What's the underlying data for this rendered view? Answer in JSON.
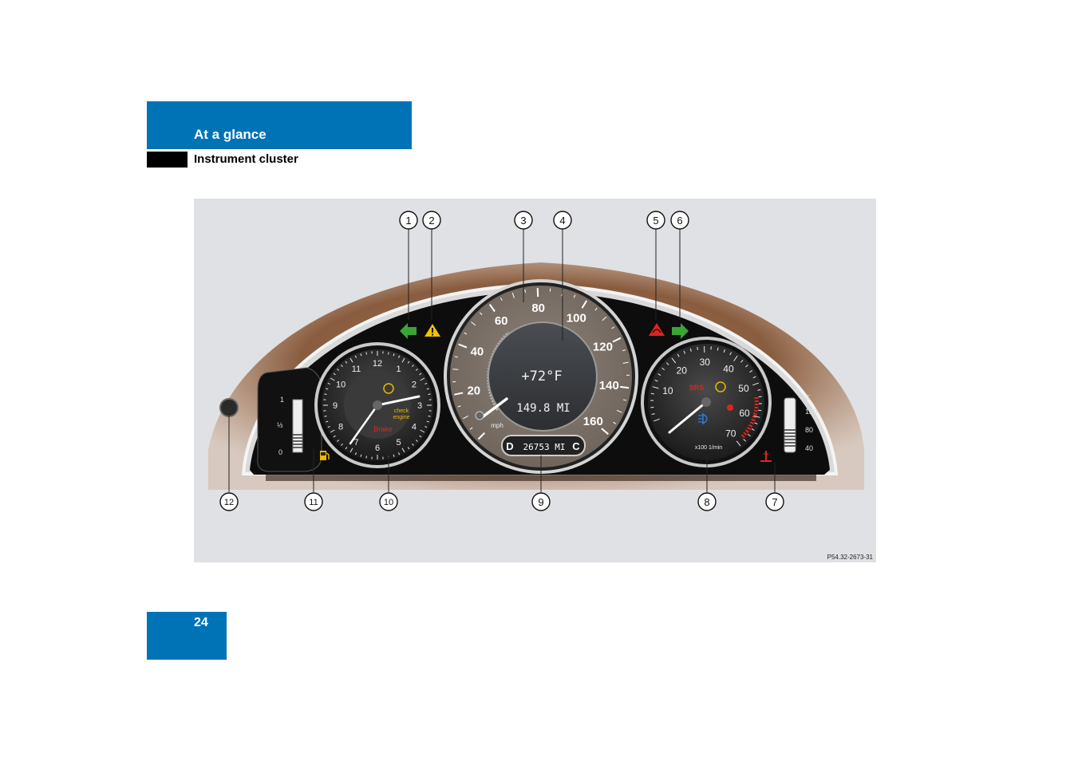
{
  "header": {
    "section": "At a glance",
    "subsection": "Instrument cluster",
    "accent_color": "#0073b7"
  },
  "figure": {
    "ref": "P54.32-2673-31",
    "callouts": [
      "1",
      "2",
      "3",
      "4",
      "5",
      "6",
      "7",
      "8",
      "9",
      "10",
      "11",
      "12"
    ],
    "speedometer": {
      "ticks": [
        "20",
        "40",
        "60",
        "80",
        "100",
        "120",
        "140",
        "160"
      ],
      "unit": "mph",
      "display_temp": "+72°F",
      "display_trip": "149.8 MI",
      "odometer": "26753 MI",
      "odo_left": "D",
      "odo_right": "C"
    },
    "clock": {
      "numbers": [
        "12",
        "1",
        "2",
        "3",
        "4",
        "5",
        "6",
        "7",
        "8",
        "9",
        "10",
        "11"
      ],
      "check_engine_1": "check",
      "check_engine_2": "engine",
      "brake": "Brake"
    },
    "tachometer": {
      "numbers": [
        "10",
        "20",
        "30",
        "40",
        "50",
        "60",
        "70"
      ],
      "srs": "SRS",
      "unit": "x100 1/min"
    },
    "fuel_gauge": {
      "labels": [
        "1",
        "½",
        "0"
      ]
    },
    "temp_gauge": {
      "unit": "°C",
      "labels": [
        "120",
        "80",
        "40"
      ]
    },
    "icons": {
      "left_turn": "left-arrow-icon",
      "hazard": "warning-triangle-icon",
      "esp": "esp-triangle-icon",
      "right_turn": "right-arrow-icon",
      "fuel": "fuel-pump-icon",
      "coolant": "coolant-temp-icon"
    },
    "colors": {
      "turn_signal": "#3aa535",
      "warning": "#f2c200",
      "alert": "#e0241e",
      "check_engine": "#e9b800"
    }
  },
  "page": {
    "number": "24"
  }
}
